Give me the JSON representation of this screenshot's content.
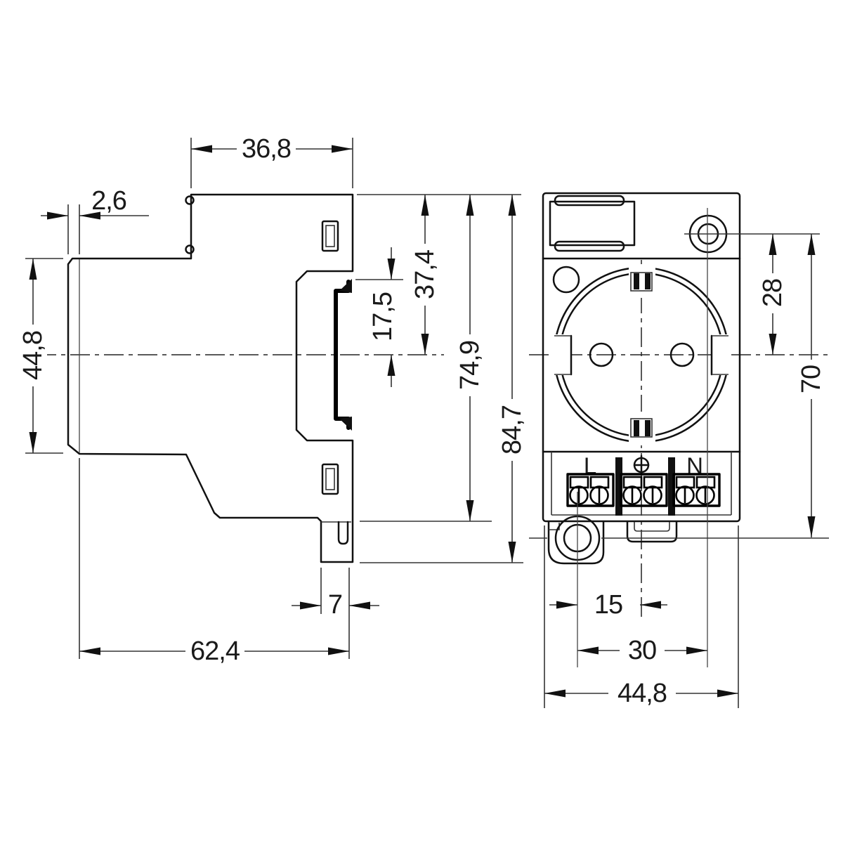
{
  "side_view": {
    "dim_top_width": "36,8",
    "dim_plate_thickness": "2,6",
    "dim_plate_height": "44,8",
    "dim_groove_to_center": "17,5",
    "dim_top_to_center": "37,4",
    "dim_top_to_body_bottom": "74,9",
    "dim_total_height": "84,7",
    "dim_foot_width": "7",
    "dim_body_depth": "62,4"
  },
  "front_view": {
    "dim_screw_to_center": "28",
    "dim_screw_pitch": "70",
    "dim_screw_to_axis": "15",
    "dim_terminal_pitch": "30",
    "dim_overall_width": "44,8",
    "terminals": {
      "line_label": "L",
      "neutral_label": "N"
    }
  },
  "colors": {
    "background": "#ffffff",
    "line": "#1a1a1a"
  }
}
